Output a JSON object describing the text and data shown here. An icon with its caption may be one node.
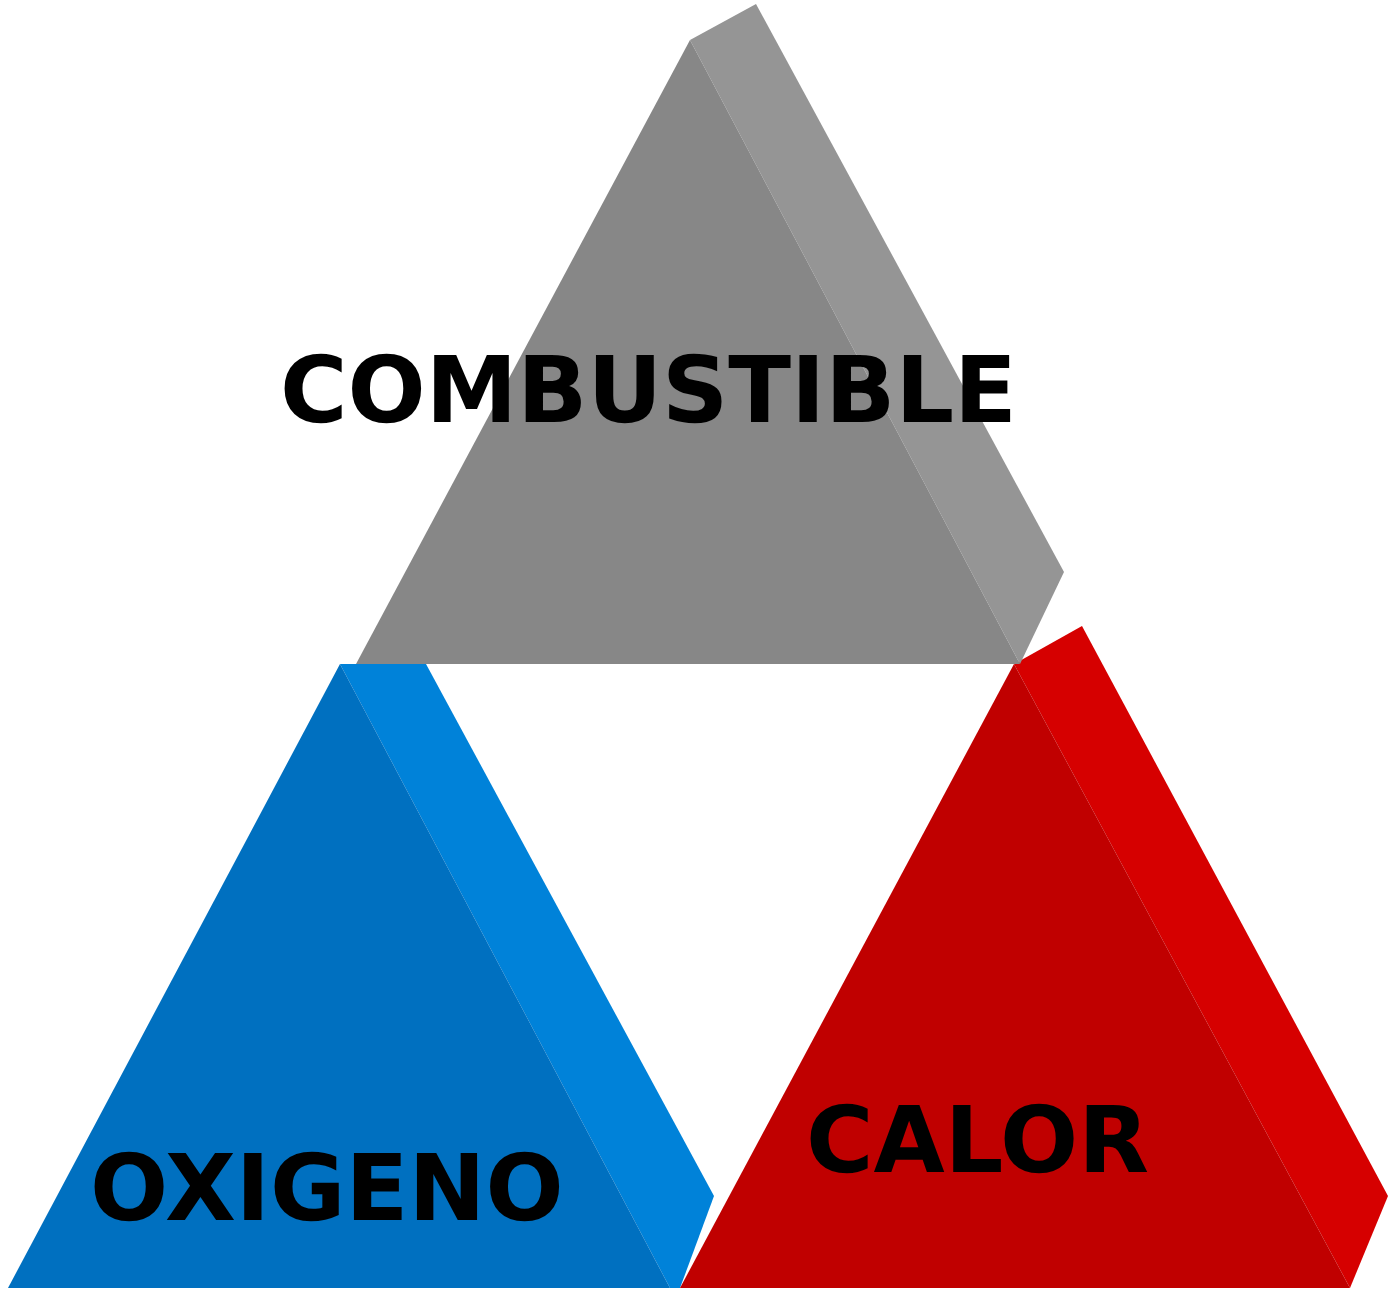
{
  "diagram": {
    "nodes": [
      {
        "text": [
          "COMBUSTIBLE"
        ]
      },
      {
        "text": [
          "OXIGENO"
        ]
      },
      {
        "text": [
          "CALOR"
        ]
      }
    ]
  }
}
